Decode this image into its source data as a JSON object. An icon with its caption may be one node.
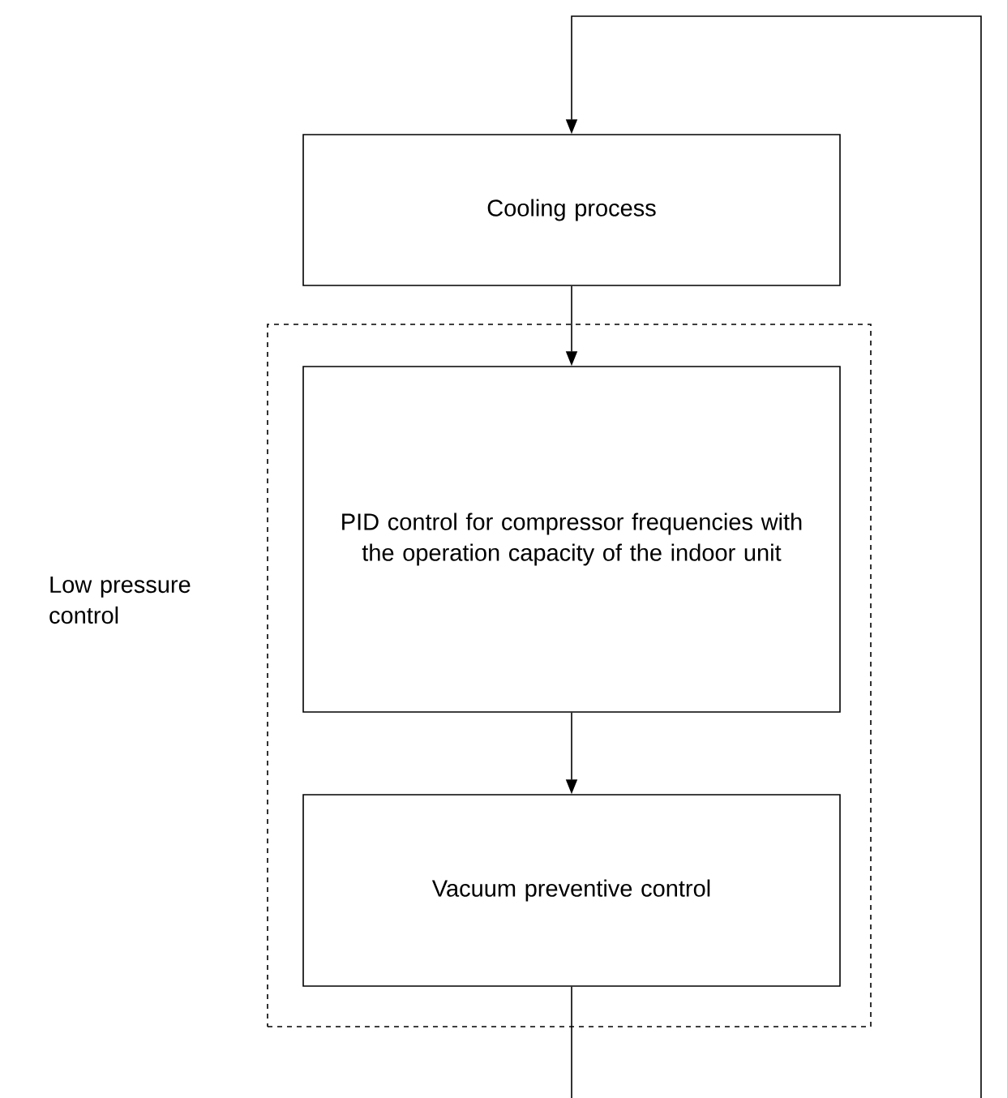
{
  "diagram": {
    "nodes": [
      {
        "text": [
          "Cooling process"
        ]
      },
      {
        "text": [
          "Low pressure control"
        ]
      },
      {
        "text": [
          "PID control for compressor frequencies with the operation capacity of the indoor unit"
        ],
        "in": 1
      },
      {
        "text": [
          "Vacuum preventive control"
        ],
        "in": 1
      }
    ],
    "edges": [
      {
        "from": 0,
        "to": 2,
        "arrow": "to"
      },
      {
        "from": 2,
        "to": 3,
        "arrow": "to"
      },
      {
        "from": 3,
        "to": null,
        "arrow": "none"
      },
      {
        "from": null,
        "to": 0,
        "arrow": "to"
      }
    ]
  }
}
